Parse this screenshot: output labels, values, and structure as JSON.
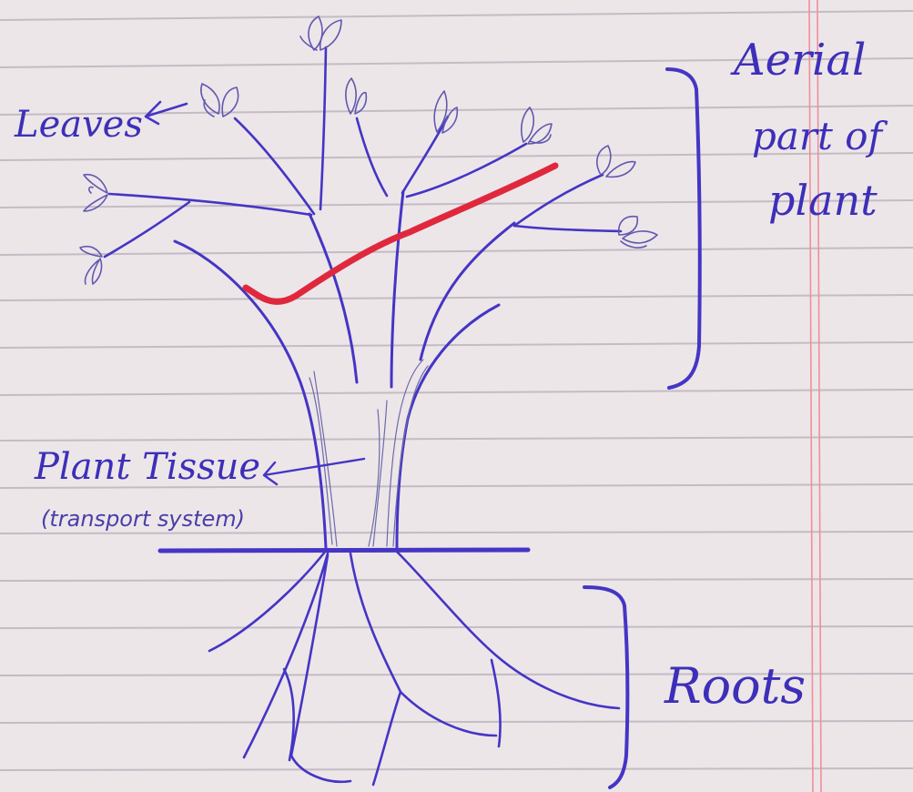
{
  "labels": {
    "leaves": "Leaves",
    "aerial_line1": "Aerial",
    "aerial_line2": "part of",
    "aerial_line3": "plant",
    "tissue_line1": "Plant Tissue",
    "tissue_line2": "(transport system)",
    "roots": "Roots"
  },
  "colors": {
    "ink": "#4535c4",
    "highlight": "#e0283c",
    "paper": "#ece6e9",
    "rule_line": "#c3bcc4",
    "margin_line": "#ef8f9a"
  }
}
